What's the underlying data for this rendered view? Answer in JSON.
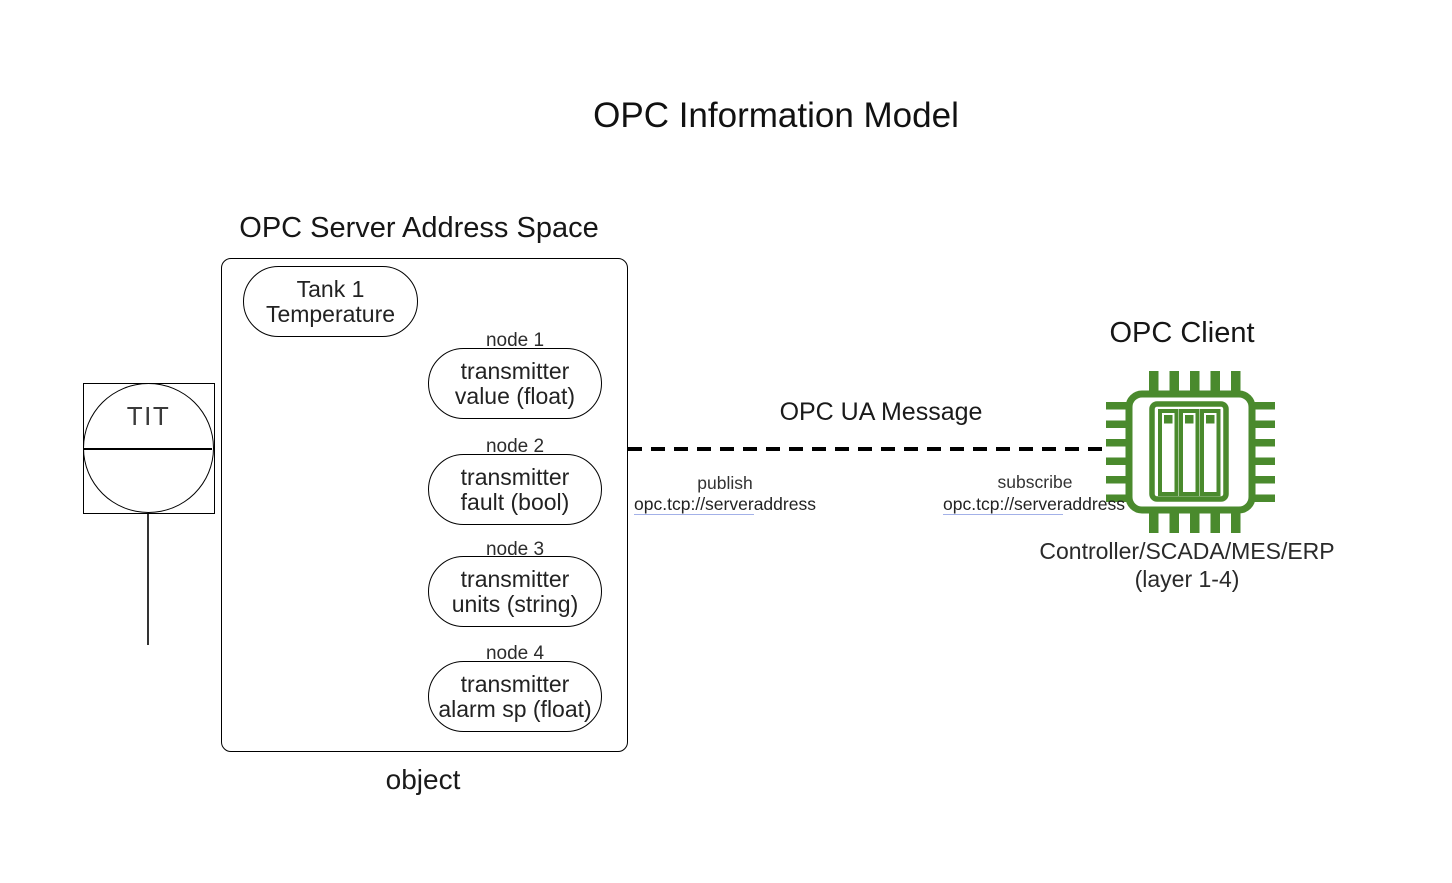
{
  "title": "OPC Information Model",
  "server": {
    "label": "OPC Server Address Space",
    "object_label": "object",
    "root_node": {
      "line1": "Tank 1",
      "line2": "Temperature"
    },
    "nodes": [
      {
        "label": "node 1",
        "line1": "transmitter",
        "line2": "value (float)"
      },
      {
        "label": "node 2",
        "line1": "transmitter",
        "line2": "fault (bool)"
      },
      {
        "label": "node 3",
        "line1": "transmitter",
        "line2": "units (string)"
      },
      {
        "label": "node 4",
        "line1": "transmitter",
        "line2": "alarm sp (float)"
      }
    ]
  },
  "instrument": {
    "tag": "TIT"
  },
  "message": {
    "label": "OPC UA Message",
    "publish": {
      "label": "publish",
      "url_linked": "opc.tcp://server",
      "url_rest": "address"
    },
    "subscribe": {
      "label": "subscribe",
      "url_linked": "opc.tcp://server",
      "url_rest": "address"
    }
  },
  "client": {
    "label": "OPC Client",
    "caption_line1": "Controller/SCADA/MES/ERP",
    "caption_line2": "(layer 1-4)"
  },
  "colors": {
    "chip_green": "#4a8a2d",
    "link_underline": "#a3b1e8",
    "line_black": "#000000"
  }
}
